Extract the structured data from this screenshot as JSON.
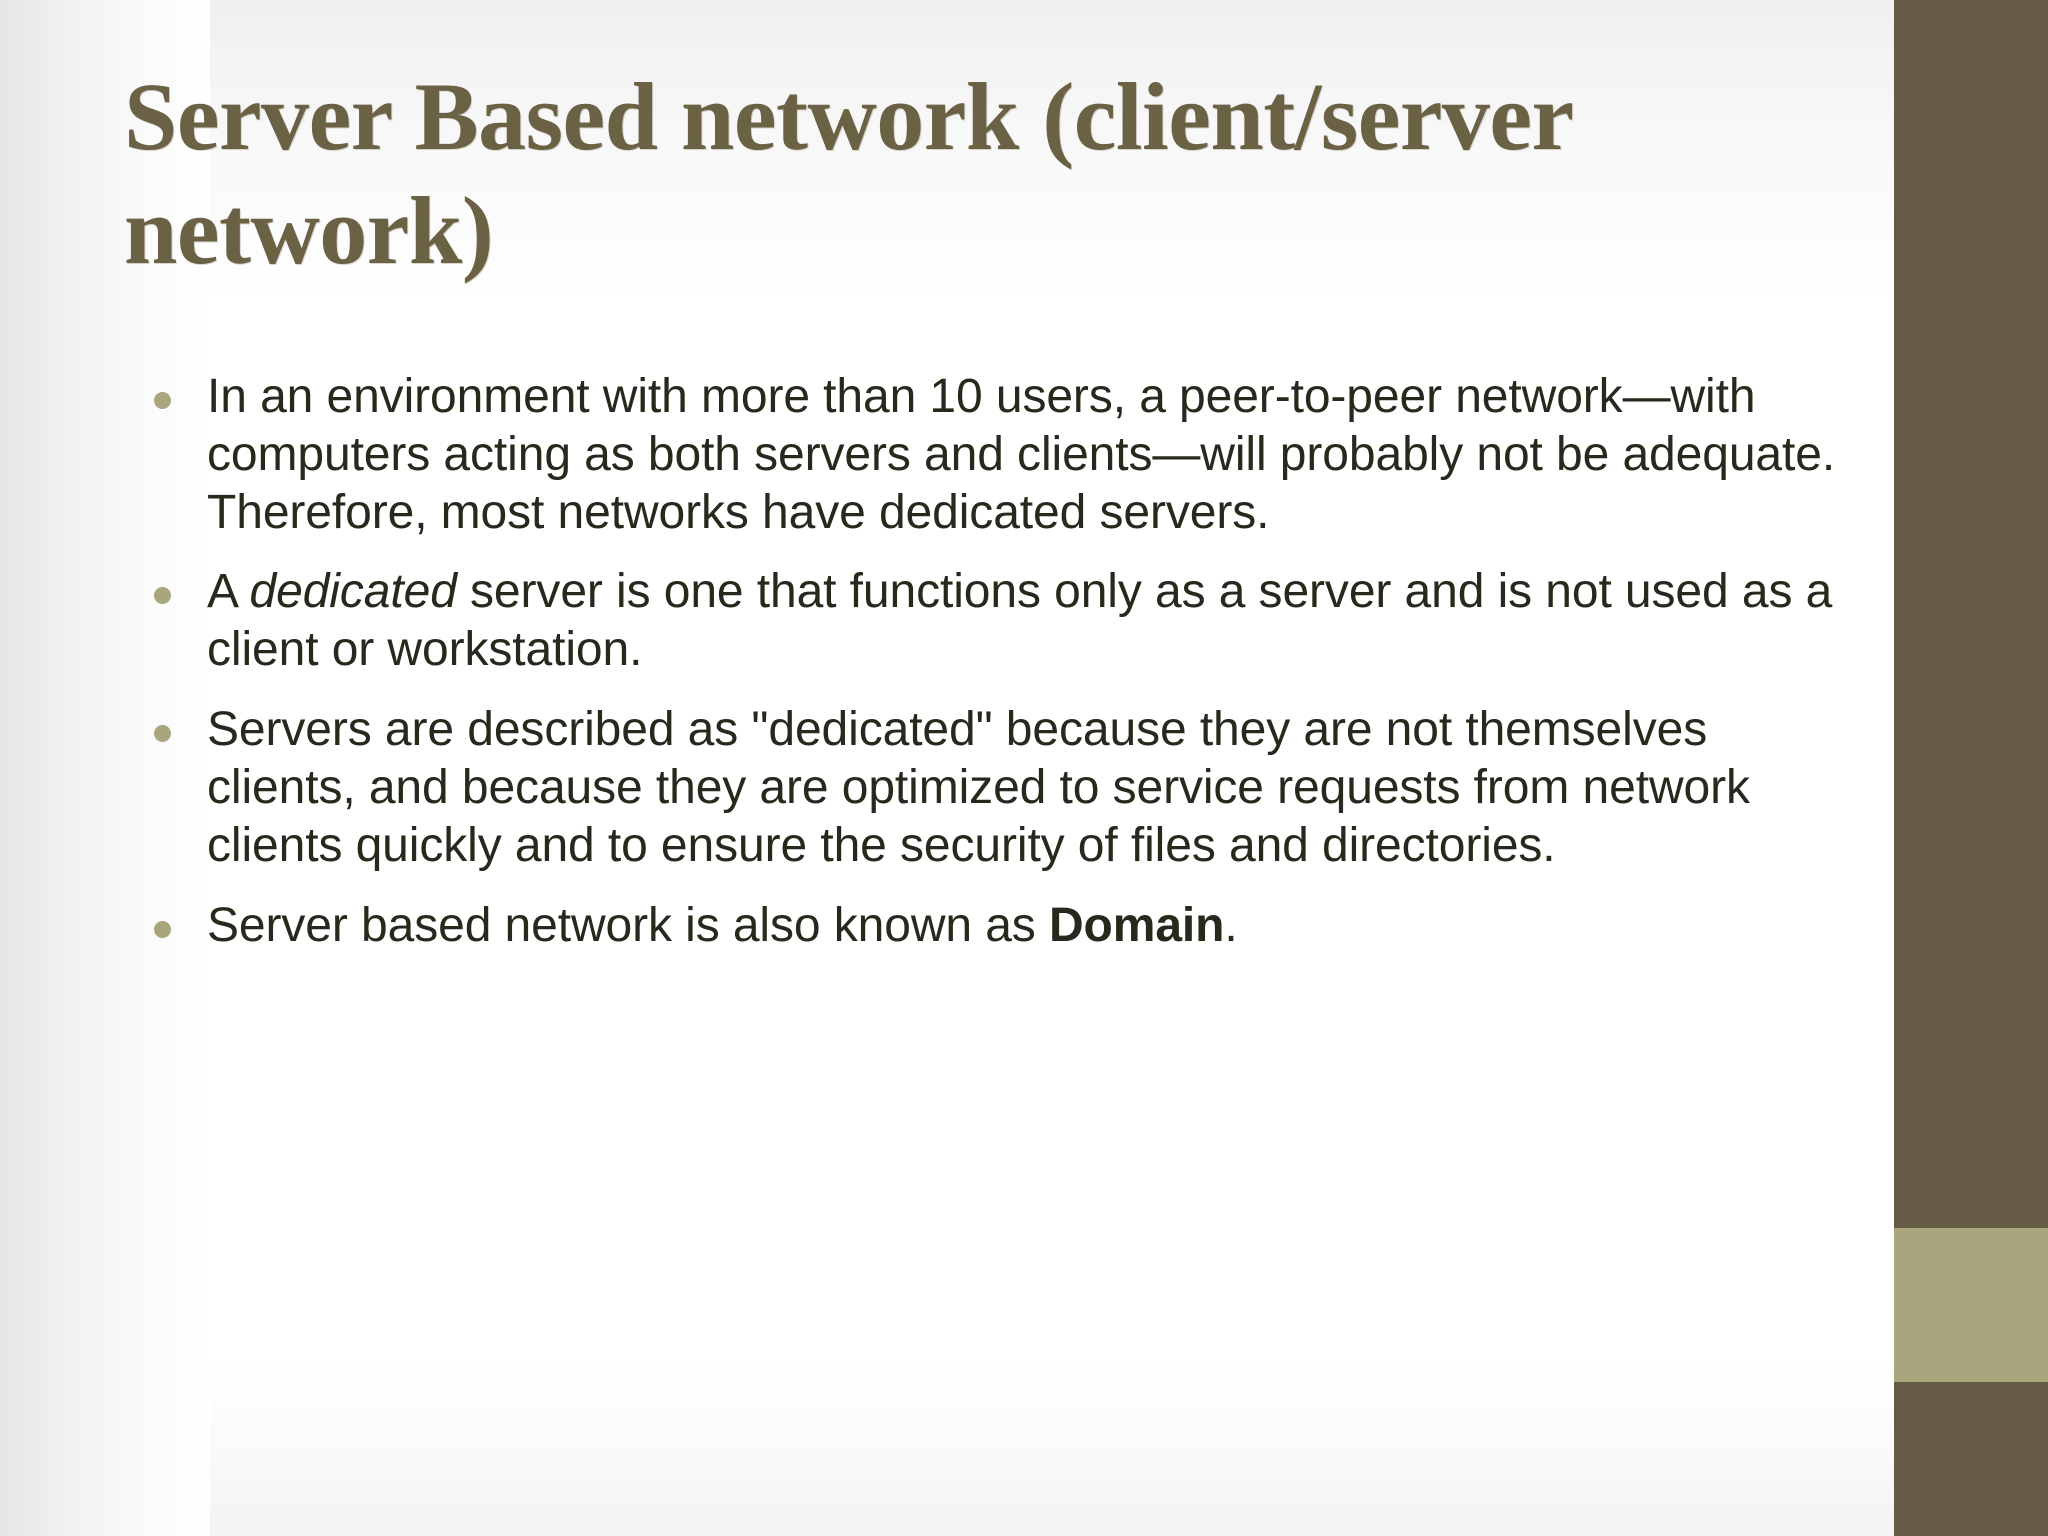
{
  "slide": {
    "title": "Server Based network (client/server network)",
    "title_line1": "Server Based network",
    "title_line2": "(client/server network)",
    "bullets": [
      {
        "id": "bullet-peer-to-peer-inadequate",
        "html": "In an environment with more than 10 users, a peer-to-peer network—with computers acting as both servers and clients—will probably not be adequate. Therefore, most networks have dedicated servers."
      },
      {
        "id": "bullet-dedicated-definition",
        "html": "A <em>dedicated</em> server is one that functions only as a server and is not used as a client or workstation."
      },
      {
        "id": "bullet-why-dedicated",
        "html": "Servers are described as \"dedicated\" because they are not themselves clients, and because they are optimized to service requests from network clients quickly and to ensure the security of files and directories."
      },
      {
        "id": "bullet-domain",
        "html": "Server based network is also known as <b>Domain</b>."
      }
    ]
  },
  "theme": {
    "title_color": "#6B6144",
    "body_text_color": "#262A1C",
    "bullet_color": "#A9A67D",
    "sidebar_dark_color": "#665C45",
    "sidebar_accent_color": "#A9A67D",
    "background_color": "#FFFFFF"
  }
}
